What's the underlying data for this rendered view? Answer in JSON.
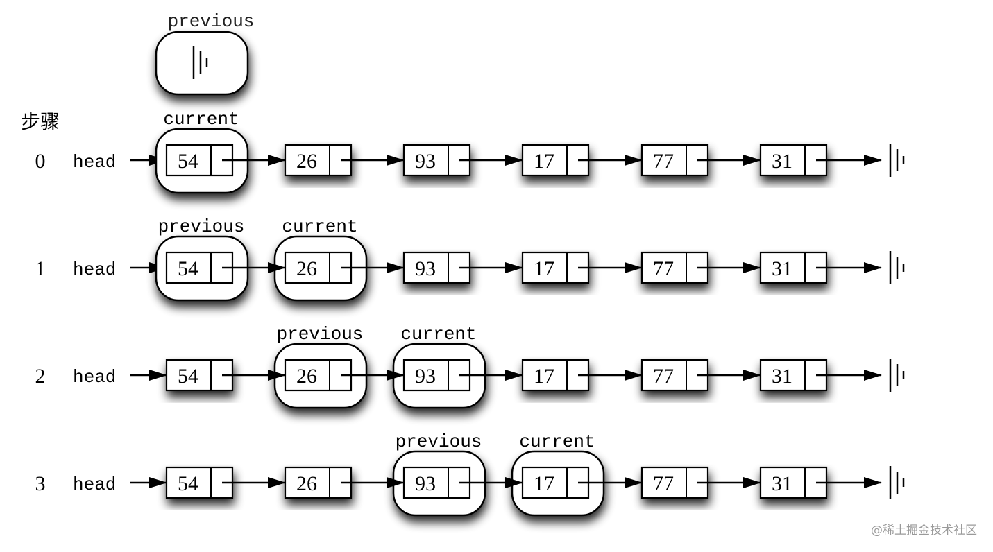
{
  "diagram": {
    "steps_heading": "步骤",
    "head_label": "head",
    "previous_label": "previous",
    "current_label": "current",
    "node_values": [
      "54",
      "26",
      "93",
      "17",
      "77",
      "31"
    ],
    "steps": [
      {
        "number": "0",
        "previous_index": null,
        "current_index": 0
      },
      {
        "number": "1",
        "previous_index": 0,
        "current_index": 1
      },
      {
        "number": "2",
        "previous_index": 1,
        "current_index": 2
      },
      {
        "number": "3",
        "previous_index": 2,
        "current_index": 3
      }
    ],
    "initial_previous": "None (ground symbol)",
    "watermark": "@稀土掘金技术社区"
  }
}
